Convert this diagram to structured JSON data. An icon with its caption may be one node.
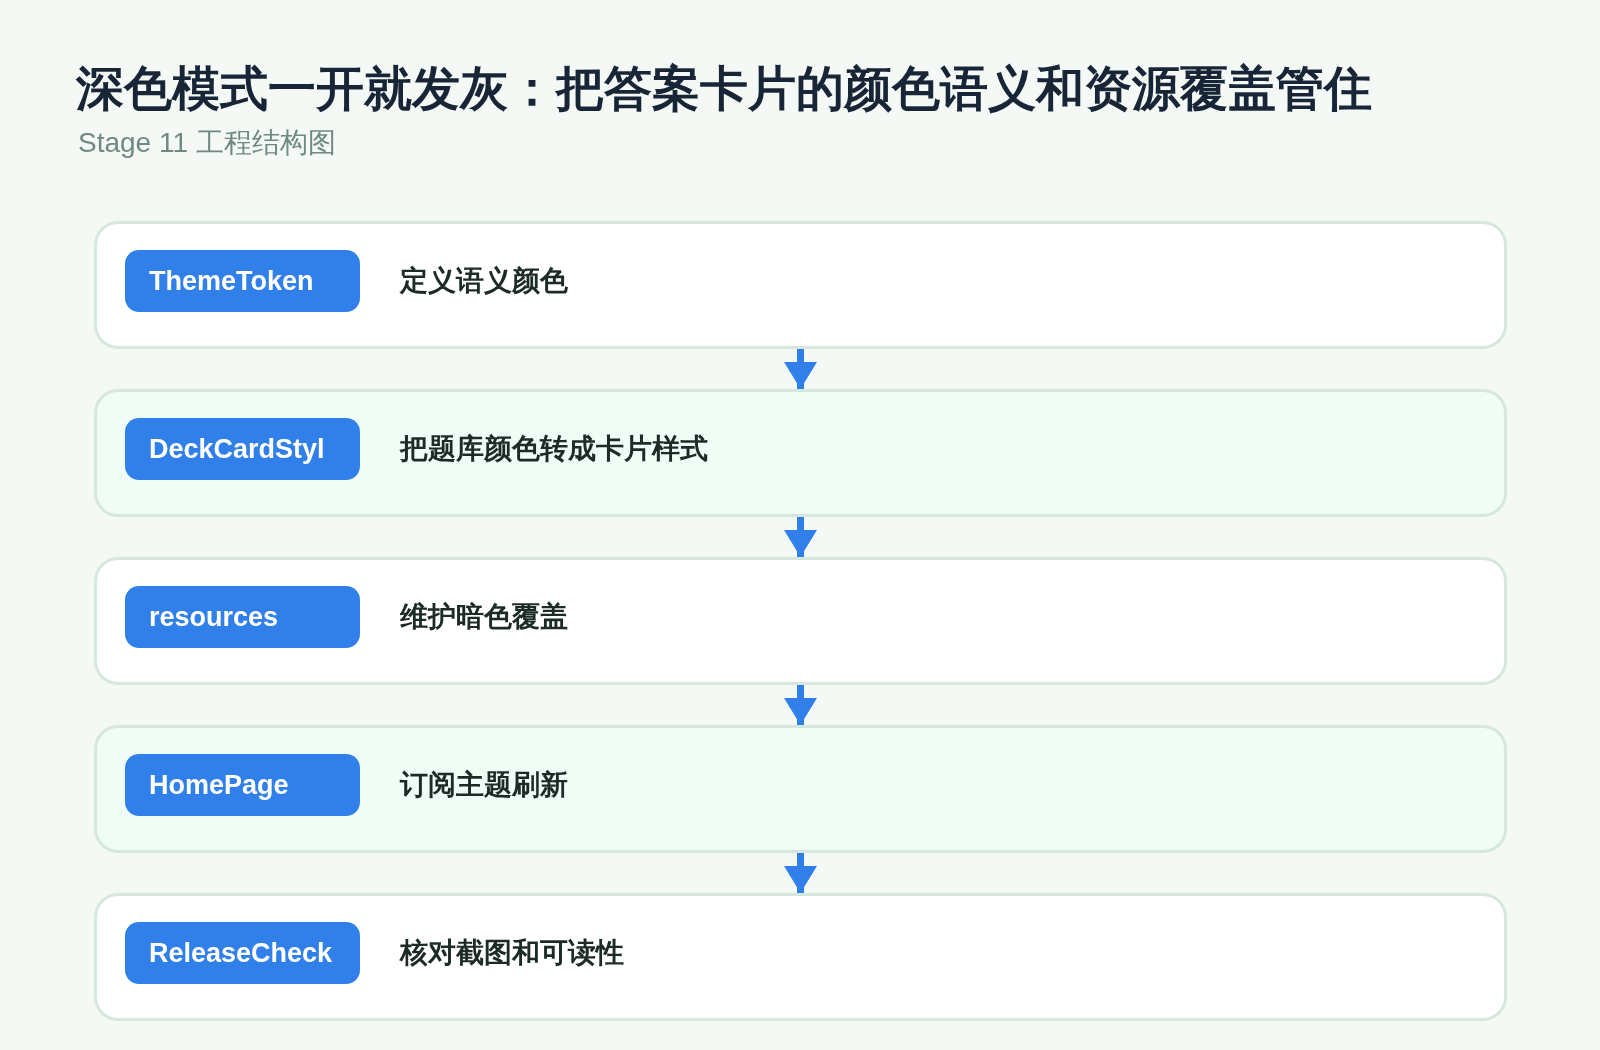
{
  "diagram": {
    "title": "深色模式一开就发灰：把答案卡片的颜色语义和资源覆盖管住",
    "nodes": [
      {
        "text": [
          "定义语义颜色"
        ]
      },
      {
        "text": [
          "ThemeToken"
        ],
        "in": 0
      },
      {
        "text": [
          "把题库颜色转成卡片样式"
        ]
      },
      {
        "text": [
          "DeckCardStyl"
        ],
        "in": 2
      },
      {
        "text": [
          "维护暗色覆盖"
        ]
      },
      {
        "text": [
          "resources"
        ],
        "in": 4
      },
      {
        "text": [
          "订阅主题刷新"
        ]
      },
      {
        "text": [
          "HomePage"
        ],
        "in": 6
      },
      {
        "text": [
          "核对截图和可读性"
        ]
      },
      {
        "text": [
          "ReleaseCheck"
        ],
        "in": 8
      }
    ],
    "edges": [
      {
        "from": 0,
        "to": 2,
        "arrow": "to"
      },
      {
        "from": 2,
        "to": 4,
        "arrow": "to"
      },
      {
        "from": 4,
        "to": 6,
        "arrow": "to"
      },
      {
        "from": 6,
        "to": 8,
        "arrow": "to"
      }
    ],
    "labels": [
      "Stage 11 工程结构图"
    ]
  }
}
